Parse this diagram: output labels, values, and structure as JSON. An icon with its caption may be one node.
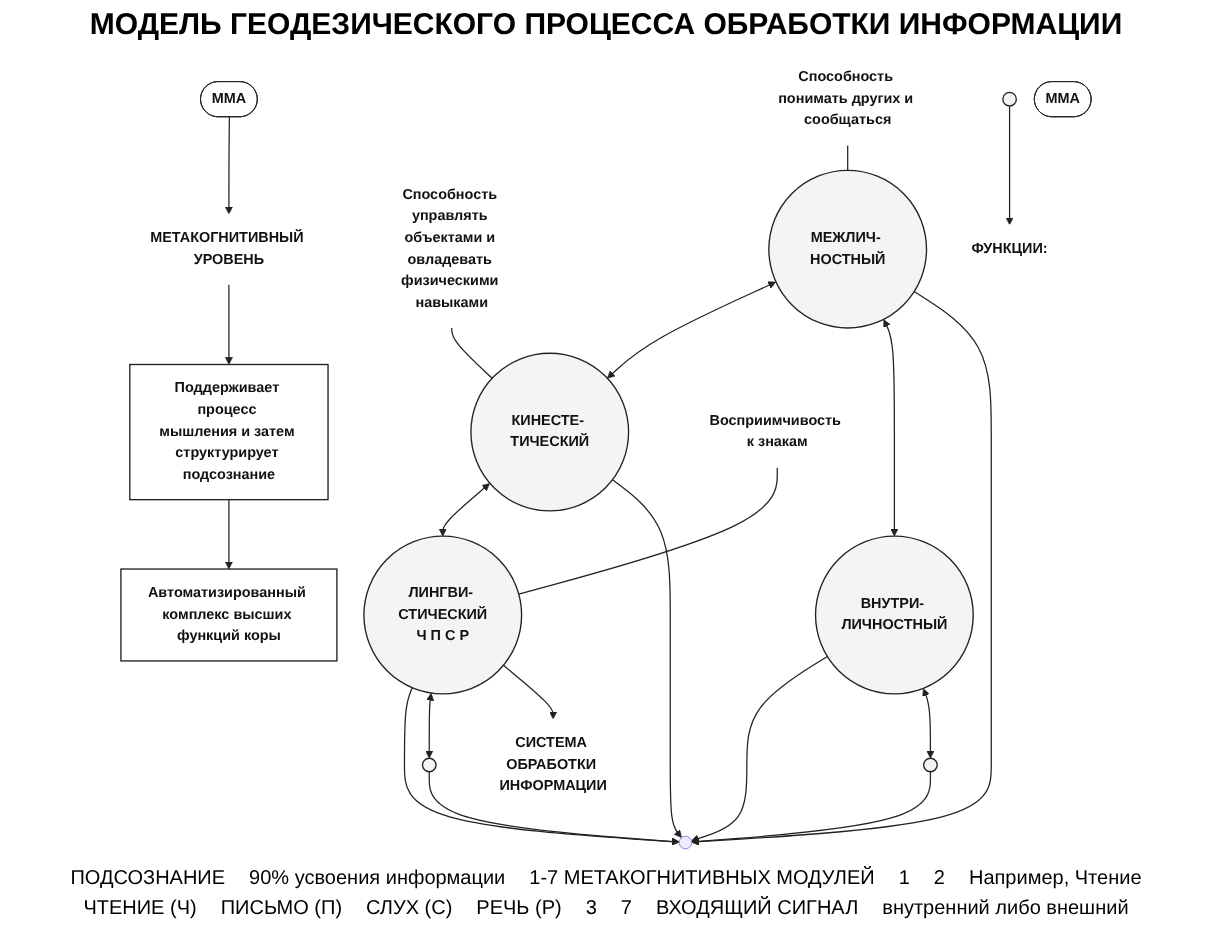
{
  "diagram": {
    "title": "МОДЕЛЬ ГЕОДЕЗИЧЕСКОГО ПРОЦЕССА ОБРАБОТКИ ИНФОРМАЦИИ",
    "nodes": [
      {
        "text": [
          "МЕТАКОГНИТИВНЫЙ УРОВЕНЬ"
        ]
      },
      {
        "text": [
          "ММА"
        ]
      },
      {
        "text": [
          "Поддерживает процесс мышления и затем структурирует подсознание"
        ]
      },
      {
        "text": [
          "Автоматизированный комплекс высших функций коры"
        ]
      },
      {
        "text": [
          "Способность понимать других и сообщаться"
        ]
      },
      {
        "text": [
          "Способность управлять объектами и овладевать физическими навыками"
        ]
      },
      {
        "text": [
          "МЕЖЛИЧ- НОСТНЫЙ"
        ]
      },
      {
        "text": [
          "КИНЕСТЕ- ТИЧЕСКИЙ"
        ]
      },
      {
        "text": [
          "СИСТЕМА ОБРАБОТКИ ИНФОРМАЦИИ"
        ]
      },
      {
        "text": [],
        "shape": "circle"
      },
      {
        "text": [
          "Восприимчивость к знакам"
        ]
      },
      {
        "text": [
          "ММА"
        ]
      },
      {
        "text": [
          "ЛИНГВИ- СТИЧЕСКИЙ",
          "Ч П С Р"
        ]
      },
      {
        "text": [
          "ВНУТРИ- ЛИЧНОСТНЫЙ"
        ]
      },
      {
        "text": [],
        "shape": "point"
      },
      {
        "text": [],
        "shape": "circle"
      },
      {
        "text": [],
        "shape": "circle"
      },
      {
        "text": [
          "ФУНКЦИИ:"
        ]
      }
    ],
    "edges": [
      {
        "from": 1,
        "to": 0,
        "arrow": "to"
      },
      {
        "from": 0,
        "to": 2,
        "arrow": "to"
      },
      {
        "from": 2,
        "to": 3,
        "arrow": "to"
      },
      {
        "from": 4,
        "to": 6,
        "arrow": "none"
      },
      {
        "from": 5,
        "to": 7,
        "arrow": "none"
      },
      {
        "from": 6,
        "to": 7,
        "arrow": "both"
      },
      {
        "from": 10,
        "to": 12,
        "arrow": "none"
      },
      {
        "from": 6,
        "to": 13,
        "arrow": "both"
      },
      {
        "from": 7,
        "to": 12,
        "arrow": "both"
      },
      {
        "from": 6,
        "to": 14,
        "arrow": "to"
      },
      {
        "from": 7,
        "to": 14,
        "arrow": "to"
      },
      {
        "from": 13,
        "to": 14,
        "arrow": "to"
      },
      {
        "from": 12,
        "to": 14,
        "arrow": "to"
      },
      {
        "from": 15,
        "to": 14,
        "arrow": "to"
      },
      {
        "from": 16,
        "to": 14,
        "arrow": "to"
      },
      {
        "from": 13,
        "to": 15,
        "arrow": "both"
      },
      {
        "from": 12,
        "to": 16,
        "arrow": "both"
      },
      {
        "from": 12,
        "to": 8,
        "arrow": "to"
      },
      {
        "from": 9,
        "to": 17,
        "arrow": "to"
      }
    ],
    "labels": [
      "ПОДСОЗНАНИЕ",
      "90% усвоения информации",
      "1-7 МЕТАКОГНИТИВНЫХ МОДУЛЕЙ",
      "1",
      "2",
      "Например, Чтение",
      "ЧТЕНИЕ (Ч)",
      "ПИСЬМО (П)",
      "СЛУХ (С)",
      "РЕЧЬ (Р)",
      "3",
      "7",
      "ВХОДЯЩИЙ СИГНАЛ",
      "внутренний либо внешний"
    ]
  }
}
